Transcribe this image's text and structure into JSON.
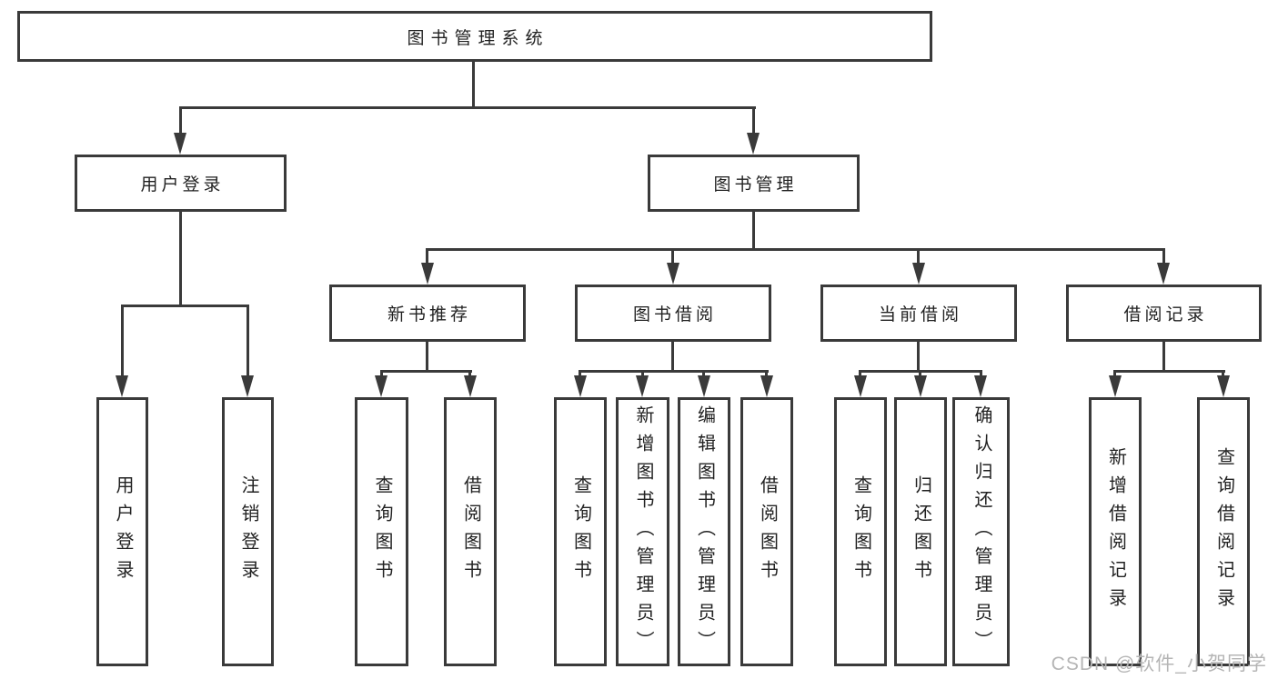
{
  "diagram_type": "hierarchy-tree",
  "tree": {
    "label": "图书管理系统",
    "children": [
      {
        "label": "用户登录",
        "children": [
          {
            "label": "用户登录"
          },
          {
            "label": "注销登录"
          }
        ]
      },
      {
        "label": "图书管理",
        "children": [
          {
            "label": "新书推荐",
            "children": [
              {
                "label": "查询图书"
              },
              {
                "label": "借阅图书"
              }
            ]
          },
          {
            "label": "图书借阅",
            "children": [
              {
                "label": "查询图书"
              },
              {
                "label": "新增图书（管理员）"
              },
              {
                "label": "编辑图书（管理员）"
              },
              {
                "label": "借阅图书"
              }
            ]
          },
          {
            "label": "当前借阅",
            "children": [
              {
                "label": "查询图书"
              },
              {
                "label": "归还图书"
              },
              {
                "label": "确认归还（管理员）"
              }
            ]
          },
          {
            "label": "借阅记录",
            "children": [
              {
                "label": "新增借阅记录"
              },
              {
                "label": "查询借阅记录"
              }
            ]
          }
        ]
      }
    ]
  },
  "watermark": {
    "text": "CSDN @软件_小贺同学"
  },
  "colors": {
    "line": "#3a3a3a",
    "text": "#222222",
    "watermark_text": "#b5b5b5",
    "background": "#ffffff"
  }
}
